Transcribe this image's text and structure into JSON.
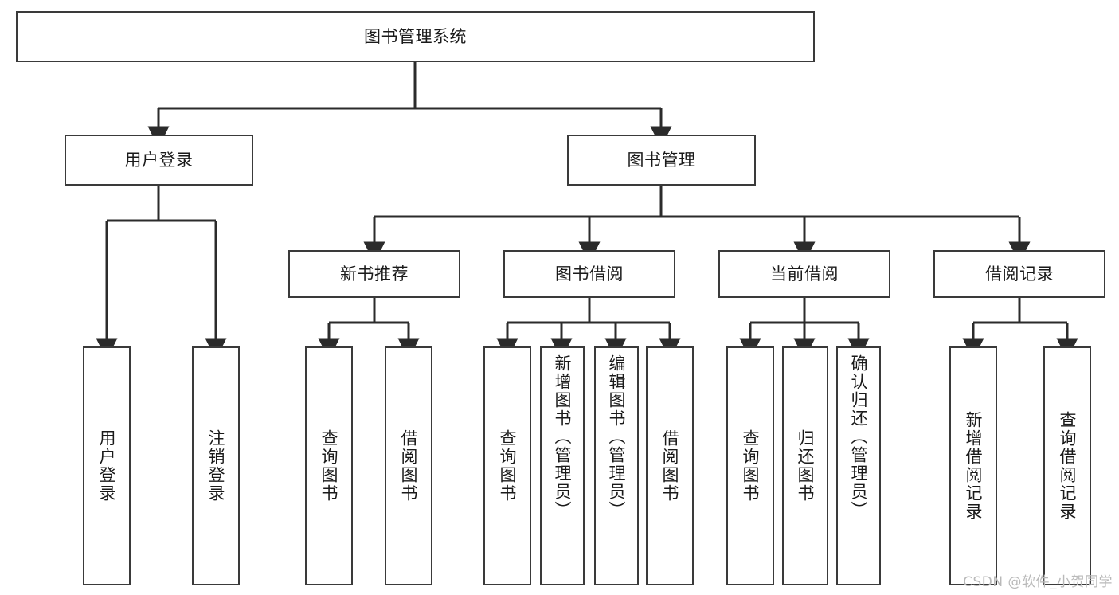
{
  "diagram": {
    "type": "tree-hierarchy",
    "title": "图书管理系统",
    "root": {
      "label": "图书管理系统"
    },
    "level2": [
      {
        "label": "用户登录"
      },
      {
        "label": "图书管理"
      }
    ],
    "level3": [
      {
        "label": "新书推荐"
      },
      {
        "label": "图书借阅"
      },
      {
        "label": "当前借阅"
      },
      {
        "label": "借阅记录"
      }
    ],
    "leaves": {
      "user_login": [
        {
          "label": "用户登录"
        },
        {
          "label": "注销登录"
        }
      ],
      "new_book_recommend": [
        {
          "label": "查询图书"
        },
        {
          "label": "借阅图书"
        }
      ],
      "book_borrow": [
        {
          "label": "查询图书"
        },
        {
          "label": "新增图书（管理员）"
        },
        {
          "label": "编辑图书（管理员）"
        },
        {
          "label": "借阅图书"
        }
      ],
      "current_borrow": [
        {
          "label": "查询图书"
        },
        {
          "label": "归还图书"
        },
        {
          "label": "确认归还（管理员）"
        }
      ],
      "borrow_record": [
        {
          "label": "新增借阅记录"
        },
        {
          "label": "查询借阅记录"
        }
      ]
    }
  },
  "watermark": {
    "text": "CSDN @软件_小贺同学"
  },
  "colors": {
    "border": "#3a3a3a",
    "background": "#ffffff",
    "text": "#1a1a1a",
    "watermark": "#b9b9b9"
  }
}
